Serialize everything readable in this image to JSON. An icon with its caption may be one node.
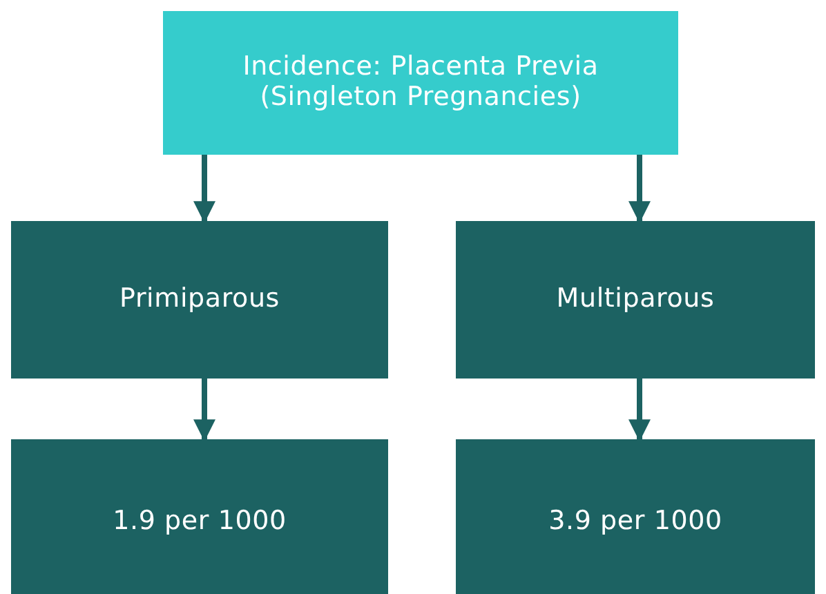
{
  "diagram": {
    "nodes": [
      {
        "text": [
          "Incidence: Placenta Previa (Singleton Pregnancies)"
        ]
      },
      {
        "text": [
          "Primiparous"
        ]
      },
      {
        "text": [
          "Multiparous"
        ]
      },
      {
        "text": [
          "1.9 per 1000"
        ]
      },
      {
        "text": [
          "3.9 per 1000"
        ]
      }
    ],
    "edges": [
      {
        "from": 0,
        "to": 1,
        "arrow": "to"
      },
      {
        "from": 0,
        "to": 2,
        "arrow": "to"
      },
      {
        "from": 1,
        "to": 3,
        "arrow": "to"
      },
      {
        "from": 2,
        "to": 4,
        "arrow": "to"
      }
    ]
  }
}
